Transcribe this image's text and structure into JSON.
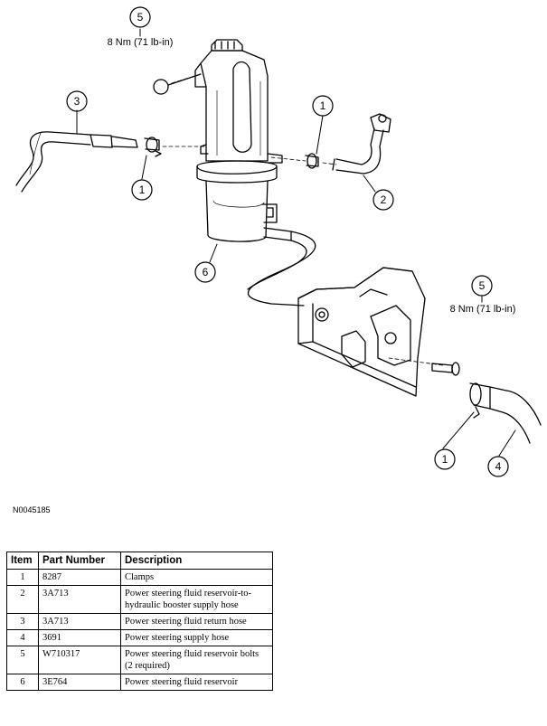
{
  "figure": {
    "figure_id": "N0045185",
    "callouts": [
      {
        "number": "5",
        "torque": "8 Nm (71 lb-in)"
      },
      {
        "number": "3"
      },
      {
        "number": "1"
      },
      {
        "number": "1"
      },
      {
        "number": "2"
      },
      {
        "number": "6"
      },
      {
        "number": "5",
        "torque": "8 Nm (71 lb-in)"
      },
      {
        "number": "1"
      },
      {
        "number": "4"
      }
    ]
  },
  "table": {
    "headers": [
      "Item",
      "Part Number",
      "Description"
    ],
    "rows": [
      {
        "item": "1",
        "part_number": "8287",
        "description": "Clamps"
      },
      {
        "item": "2",
        "part_number": "3A713",
        "description": "Power steering fluid reservoir-to-hydraulic booster supply hose"
      },
      {
        "item": "3",
        "part_number": "3A713",
        "description": "Power steering fluid return hose"
      },
      {
        "item": "4",
        "part_number": "3691",
        "description": "Power steering supply hose"
      },
      {
        "item": "5",
        "part_number": "W710317",
        "description": "Power steering fluid reservoir bolts (2 required)"
      },
      {
        "item": "6",
        "part_number": "3E764",
        "description": "Power steering fluid reservoir"
      }
    ]
  }
}
